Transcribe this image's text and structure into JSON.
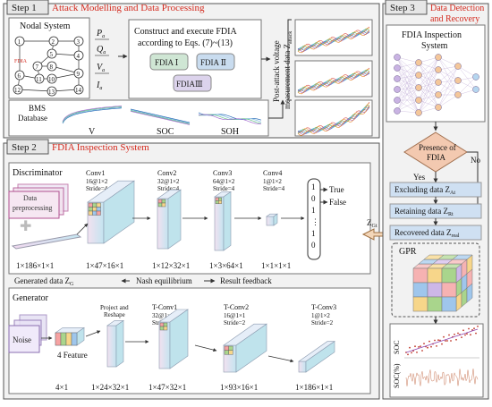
{
  "step1": {
    "tag": "Step 1",
    "title": "Attack Modelling and Data Processing",
    "nodal_title": "Nodal System",
    "fdia_label": "FDIA",
    "nodes": [
      "1",
      "2",
      "3",
      "4",
      "5",
      "6",
      "7",
      "8",
      "9",
      "10",
      "11",
      "12",
      "13",
      "14"
    ],
    "signals": [
      "P",
      "Q",
      "V",
      "I"
    ],
    "signal_sub": "a",
    "construct_line1": "Construct and execute FDIA",
    "construct_line2": "according to Eqs. (7)~(13)",
    "fdia_boxes": [
      "FDIA Ⅰ",
      "FDIA Ⅱ",
      "FDIAⅢ"
    ],
    "post_attack_line1": "Post-attack voltage",
    "post_attack_line2": "measurement data Z",
    "post_attack_sub": "attack",
    "bms_line1": "BMS",
    "bms_line2": "Database",
    "bms_series": [
      "V",
      "SOC",
      "SOH"
    ]
  },
  "step2": {
    "tag": "Step 2",
    "title": "FDIA Inspection System",
    "discriminator": "Discriminator",
    "preprocess_line1": "Data",
    "preprocess_line2": "preprocessing",
    "input_dim": "1×186×1×1",
    "convs": [
      {
        "name": "Conv1",
        "spec": "16@1×2",
        "stride": "Stride=4",
        "dim": "1×47×16×1"
      },
      {
        "name": "Conv2",
        "spec": "32@1×2",
        "stride": "Stride=4",
        "dim": "1×12×32×1"
      },
      {
        "name": "Conv3",
        "spec": "64@1×2",
        "stride": "Stride=4",
        "dim": "1×3×64×1"
      },
      {
        "name": "Conv4",
        "spec": "1@1×2",
        "stride": "Stride=4",
        "dim": "1×1×1×1"
      }
    ],
    "bits": [
      "1",
      "0",
      "1",
      "⋮",
      "1",
      "0"
    ],
    "true_label": "True",
    "false_label": "False",
    "generated": "Generated data Z",
    "generated_sub": "G",
    "nash": "Nash equilibrium",
    "feedback": "Result feedback",
    "generator": "Generator",
    "noise": "Noise",
    "feature": "4 Feature",
    "noise_dim": "4×1",
    "project_line1": "Project and",
    "project_line2": "Reshape",
    "project_dim": "1×24×32×1",
    "tconvs": [
      {
        "name": "T-Conv1",
        "spec": "32@1×2",
        "stride": "Stride=2",
        "dim": "1×47×32×1"
      },
      {
        "name": "T-Conv2",
        "spec": "16@1×1",
        "stride": "Stride=2",
        "dim": "1×93×16×1"
      },
      {
        "name": "T-Conv3",
        "spec": "1@1×2",
        "stride": "Stride=2",
        "dim": "1×186×1×1"
      }
    ],
    "zgt": "Z",
    "zgt_sub": "Gt"
  },
  "step3": {
    "tag": "Step 3",
    "title_line1": "Data Detection",
    "title_line2": "and Recovery",
    "inspection_line1": "FDIA Inspection",
    "inspection_line2": "System",
    "presence_line1": "Presence of",
    "presence_line2": "FDIA",
    "yes": "Yes",
    "no": "No",
    "excluding": "Excluding data Z",
    "excluding_sub": "At",
    "retaining": "Retaining data Z",
    "retaining_sub": "Rt",
    "recovered": "Recovered data Z",
    "recovered_sub": "real",
    "gpr": "GPR",
    "soc_label": "SOC",
    "soc_pct_label": "SOC(%)"
  },
  "colors": {
    "red_title": "#d42a1e",
    "panel_fill": "#f2f2f2",
    "inner_fill": "#ffffff",
    "fdia_box": "#cfe6d4",
    "fdia_box2": "#c9dcef",
    "fdia_box3": "#dcd3ec",
    "diamond": "#f3c9b0",
    "excluding_fill": "#cfe0f2",
    "retaining_fill": "#cfe0f2",
    "recovered_fill": "#cfe0f2",
    "block_left": "#e8eaf6",
    "block_right": "#c6e6ee"
  }
}
